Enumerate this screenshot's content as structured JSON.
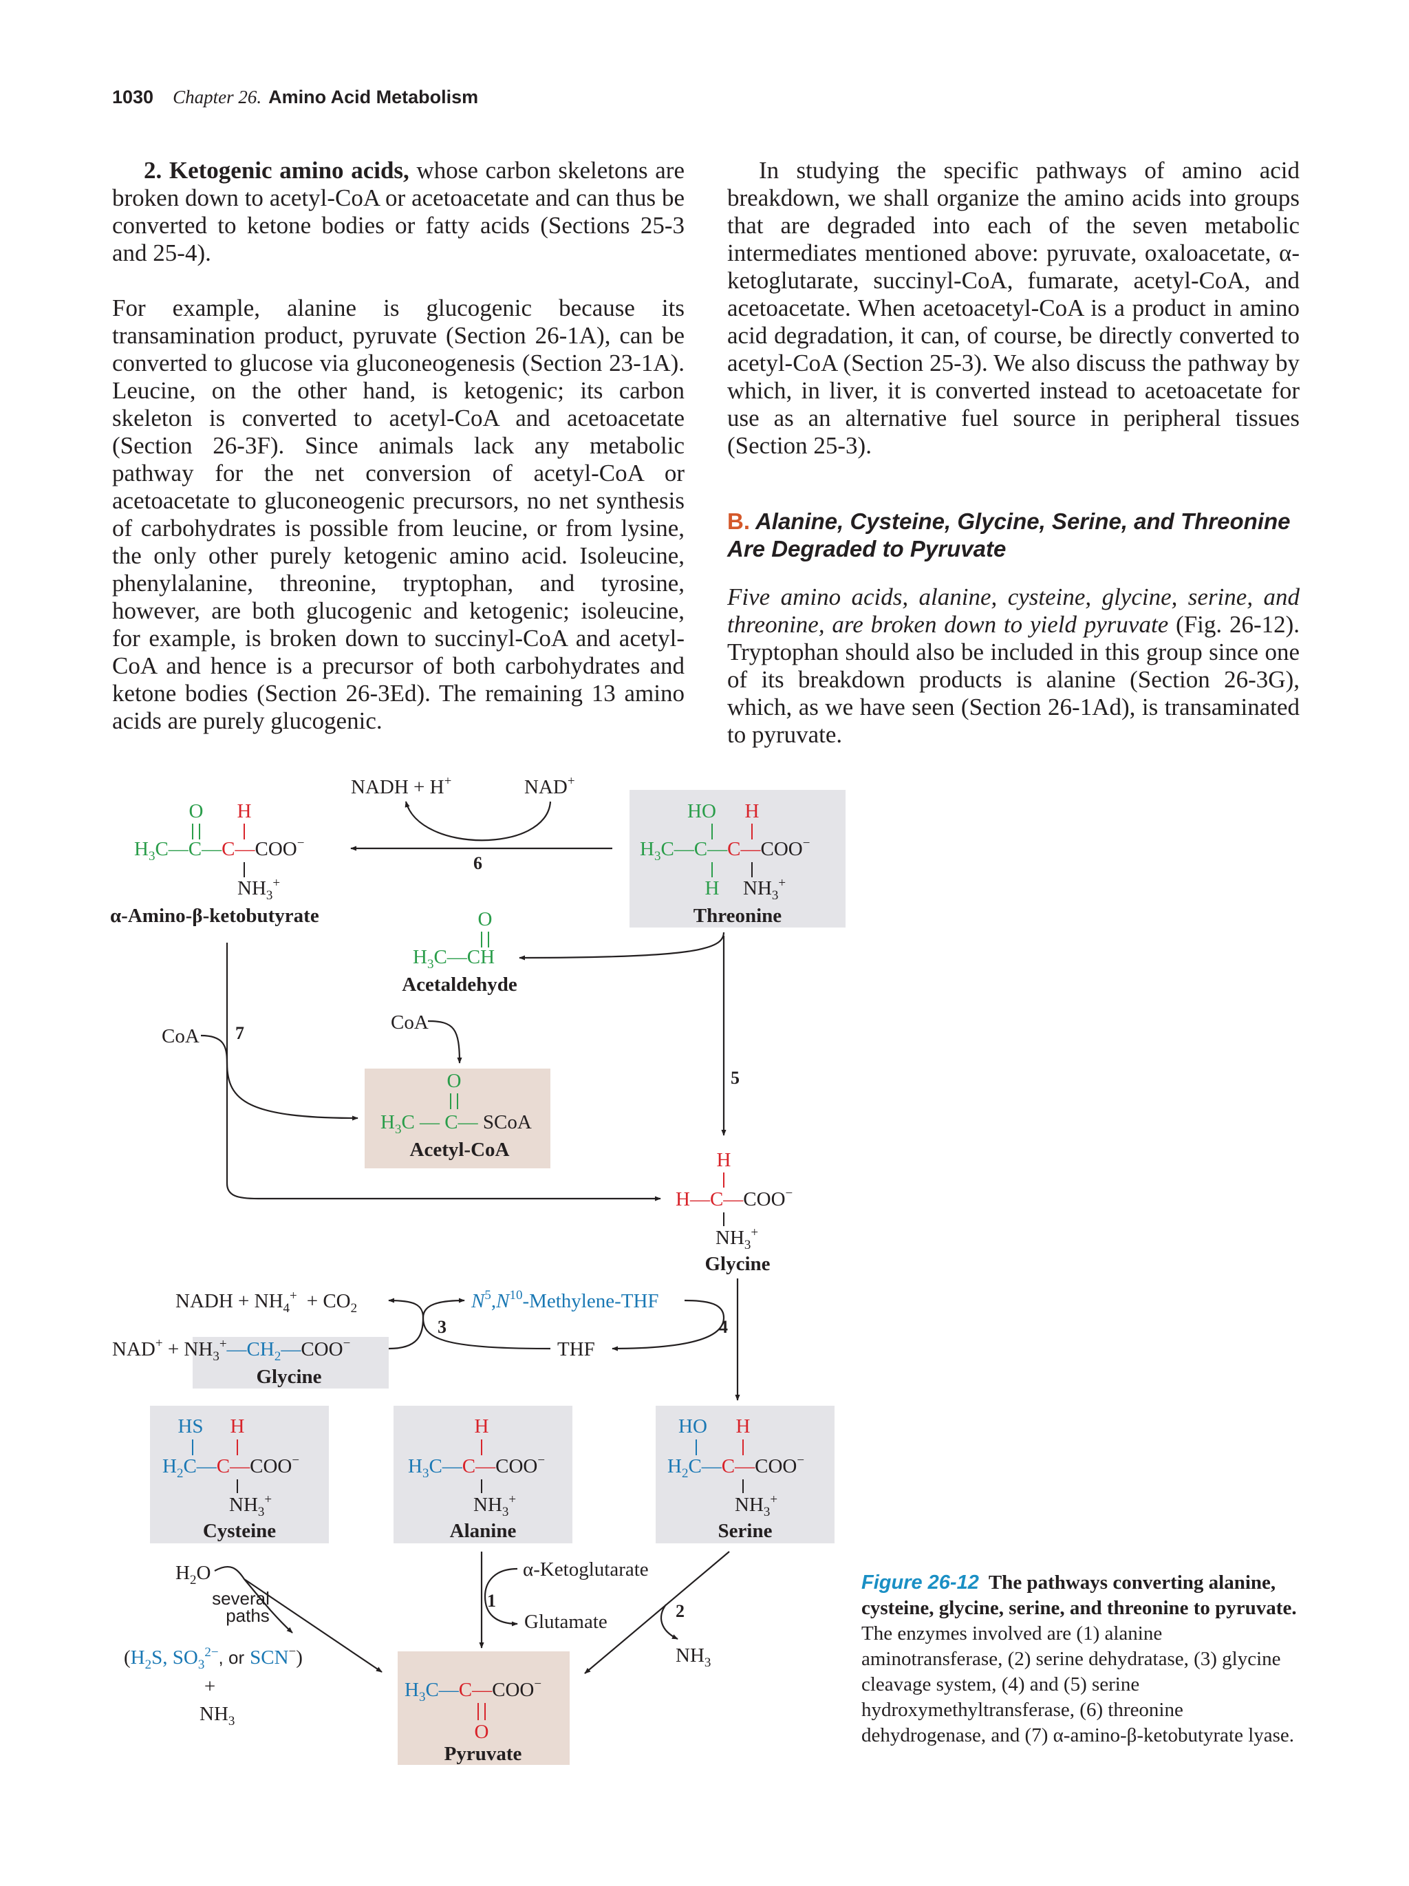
{
  "header": {
    "page_number": "1030",
    "chapter": "Chapter 26.",
    "title": "Amino Acid Metabolism"
  },
  "left_column": {
    "para1_lead": "2. Ketogenic amino acids,",
    "para1_text": " whose carbon skeletons are broken down to acetyl-CoA or acetoacetate and can thus be converted to ketone bodies or fatty acids (Sections 25-3 and 25-4).",
    "para2_text": "For example, alanine is glucogenic because its transamination product, pyruvate (Section 26-1A), can be converted to glucose via gluconeogenesis (Section 23-1A). Leucine, on the other hand, is ketogenic; its carbon skeleton is converted to acetyl-CoA and acetoacetate (Section 26-3F). Since animals lack any metabolic pathway for the net conversion of acetyl-CoA or acetoacetate to gluconeogenic precursors, no net synthesis of carbohydrates is possible from leucine, or from lysine, the only other purely ketogenic amino acid. Isoleucine, phenylalanine, threonine, tryptophan, and tyrosine, however, are both glucogenic and ketogenic; isoleucine, for example, is broken down to succinyl-CoA and acetyl-CoA and hence is a precursor of both carbohydrates and ketone bodies (Section 26-3Ed). The remaining 13 amino acids are purely glucogenic."
  },
  "right_column": {
    "para1_text": "In studying the specific pathways of amino acid breakdown, we shall organize the amino acids into groups that are degraded into each of the seven metabolic intermediates mentioned above: pyruvate, oxaloacetate, α-ketoglutarate, succinyl-CoA, fumarate, acetyl-CoA, and acetoacetate. When acetoacetyl-CoA is a product in amino acid degradation, it can, of course, be directly converted to acetyl-CoA (Section 25-3). We also discuss the pathway by which, in liver, it is converted instead to acetoacetate for use as an alternative fuel source in peripheral tissues (Section 25-3).",
    "section_letter": "B.",
    "section_title": "Alanine, Cysteine, Glycine, Serine, and Threonine Are Degraded to Pyruvate",
    "para2_italic": "Five amino acids, alanine, cysteine, glycine, serine, and threonine, are broken down to yield pyruvate",
    "para2_text": " (Fig. 26-12). Tryptophan should also be included in this group since one of its breakdown products is alanine (Section 26-3G), which, as we have seen (Section 26-1Ad), is transaminated to pyruvate."
  },
  "diagram": {
    "labels": {
      "amino_ketobutyrate": "α-Amino-β-ketobutyrate",
      "threonine": "Threonine",
      "acetaldehyde": "Acetaldehyde",
      "acetyl_coa": "Acetyl-CoA",
      "glycine_top": "Glycine",
      "glycine_bottom": "Glycine",
      "cysteine": "Cysteine",
      "alanine": "Alanine",
      "serine": "Serine",
      "pyruvate": "Pyruvate"
    },
    "cofactors": {
      "nadh_h": "NADH + H",
      "nad": "NAD",
      "coa_left": "CoA",
      "coa_mid": "CoA",
      "nadh_nh4_co2": "NADH + NH",
      "co2": "+ CO",
      "nad_bottom": "NAD",
      "methylene_thf": "-Methylene-THF",
      "thf": "THF",
      "alpha_ketoglutarate": "α-Ketoglutarate",
      "glutamate": "Glutamate",
      "nh3_right": "NH",
      "h2o": "H",
      "several_paths_1": "several",
      "several_paths_2": "paths",
      "products_or": ", or",
      "nh3_left": "NH"
    },
    "enzyme_numbers": [
      "1",
      "2",
      "3",
      "4",
      "5",
      "6",
      "7"
    ],
    "colors": {
      "green": "#2a9d4a",
      "red": "#d8232a",
      "blue": "#1a78b4",
      "box_gray": "#e4e4e8",
      "box_tan": "#e9dbd3"
    }
  },
  "caption": {
    "label": "Figure 26-12",
    "title": "The pathways converting alanine, cysteine, glycine, serine, and threonine to pyruvate.",
    "text": " The enzymes involved are (1) alanine aminotransferase, (2) serine dehydratase, (3) glycine cleavage system, (4) and (5) serine hydroxymethyltransferase, (6) threonine dehydrogenase, and (7) α-amino-β-ketobutyrate lyase."
  }
}
